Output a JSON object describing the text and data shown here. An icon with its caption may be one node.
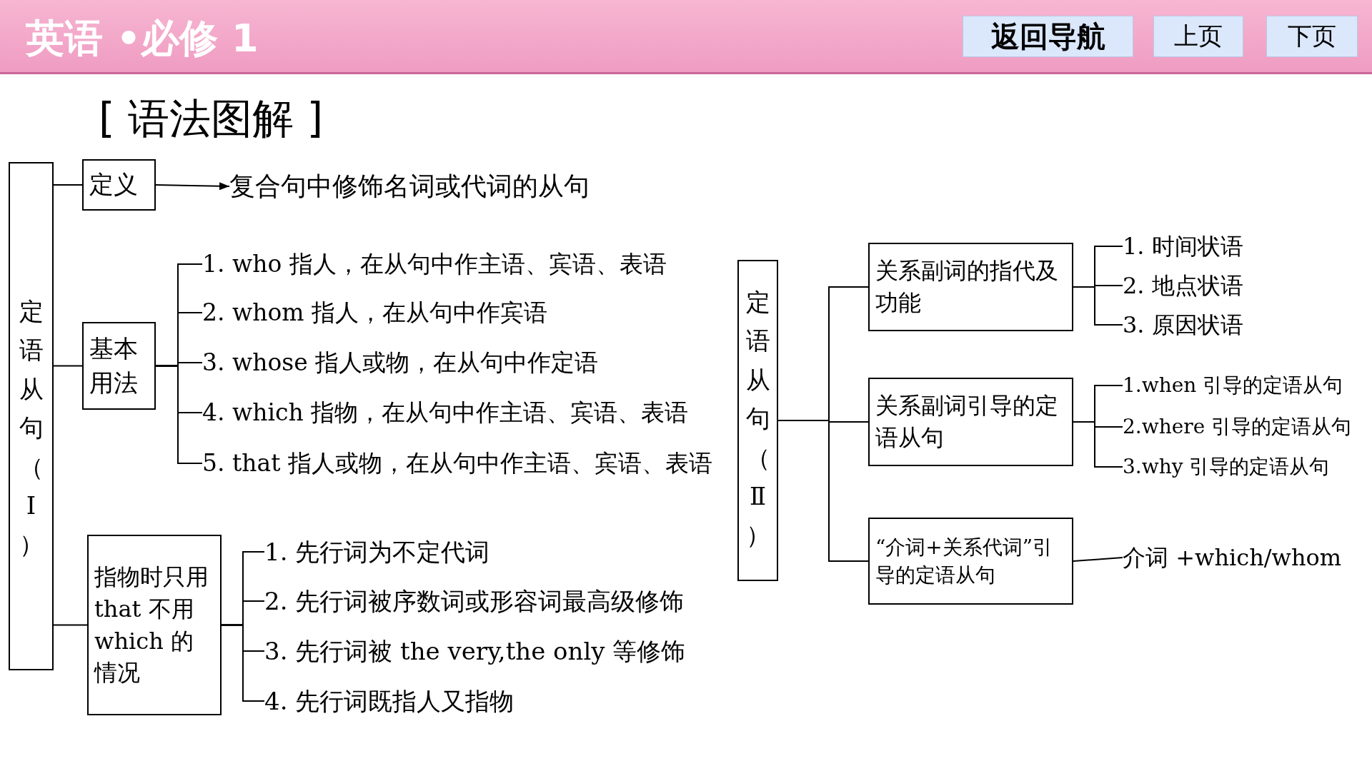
{
  "diagram": {
    "title": "[ 语法图解 ]",
    "nodes": [
      {
        "text": [
          "定语从句（Ⅰ）"
        ]
      },
      {
        "text": [
          "定义"
        ]
      },
      {
        "text": [
          "复合句中修饰名词或代词的从句"
        ]
      },
      {
        "text": [
          "基本用法"
        ]
      },
      {
        "text": [
          "1. who 指人，在从句中作主语、宾语、表语"
        ]
      },
      {
        "text": [
          "2. whom 指人，在从句中作宾语"
        ]
      },
      {
        "text": [
          "3. whose 指人或物，在从句中作定语"
        ]
      },
      {
        "text": [
          "4. which 指物，在从句中作主语、宾语、表语"
        ]
      },
      {
        "text": [
          "5. that 指人或物，在从句中作主语、宾语、表语"
        ]
      },
      {
        "text": [
          "指物时只用 that 不用 which 的情况"
        ]
      },
      {
        "text": [
          "1. 先行词为不定代词"
        ]
      },
      {
        "text": [
          "2. 先行词被序数词或形容词最高级修饰"
        ]
      },
      {
        "text": [
          "3. 先行词被 the very,the only 等修饰"
        ]
      },
      {
        "text": [
          "4. 先行词既指人又指物"
        ]
      },
      {
        "text": [
          "定语从句（Ⅱ）"
        ]
      },
      {
        "text": [
          "关系副词的指代及功能"
        ]
      },
      {
        "text": [
          "1. 时间状语"
        ]
      },
      {
        "text": [
          "2. 地点状语"
        ]
      },
      {
        "text": [
          "3. 原因状语"
        ]
      },
      {
        "text": [
          "关系副词引导的定语从句"
        ]
      },
      {
        "text": [
          "1.when 引导的定语从句"
        ]
      },
      {
        "text": [
          "2.where 引导的定语从句"
        ]
      },
      {
        "text": [
          "3.why 引导的定语从句"
        ]
      },
      {
        "text": [
          "“介词+关系代词”引导的定语从句"
        ]
      },
      {
        "text": [
          "介词 +which/whom"
        ]
      }
    ],
    "edges": [
      {
        "from": 0,
        "to": 1,
        "arrow": "none"
      },
      {
        "from": 1,
        "to": 2,
        "arrow": "to"
      },
      {
        "from": 0,
        "to": 3,
        "arrow": "none"
      },
      {
        "from": 3,
        "to": 4,
        "arrow": "none"
      },
      {
        "from": 3,
        "to": 5,
        "arrow": "none"
      },
      {
        "from": 3,
        "to": 6,
        "arrow": "none"
      },
      {
        "from": 3,
        "to": 7,
        "arrow": "none"
      },
      {
        "from": 3,
        "to": 8,
        "arrow": "none"
      },
      {
        "from": 0,
        "to": 9,
        "arrow": "none"
      },
      {
        "from": 9,
        "to": 10,
        "arrow": "none"
      },
      {
        "from": 9,
        "to": 11,
        "arrow": "none"
      },
      {
        "from": 9,
        "to": 12,
        "arrow": "none"
      },
      {
        "from": 9,
        "to": 13,
        "arrow": "none"
      },
      {
        "from": 14,
        "to": 15,
        "arrow": "none"
      },
      {
        "from": 14,
        "to": 19,
        "arrow": "none"
      },
      {
        "from": 14,
        "to": 23,
        "arrow": "none"
      },
      {
        "from": 15,
        "to": 16,
        "arrow": "none"
      },
      {
        "from": 15,
        "to": 17,
        "arrow": "none"
      },
      {
        "from": 15,
        "to": 18,
        "arrow": "none"
      },
      {
        "from": 19,
        "to": 20,
        "arrow": "none"
      },
      {
        "from": 19,
        "to": 21,
        "arrow": "none"
      },
      {
        "from": 19,
        "to": 22,
        "arrow": "none"
      },
      {
        "from": 23,
        "to": 24,
        "arrow": "none"
      }
    ],
    "labels": [
      "英语 •必修 1",
      "返回导航",
      "上页",
      "下页"
    ]
  }
}
